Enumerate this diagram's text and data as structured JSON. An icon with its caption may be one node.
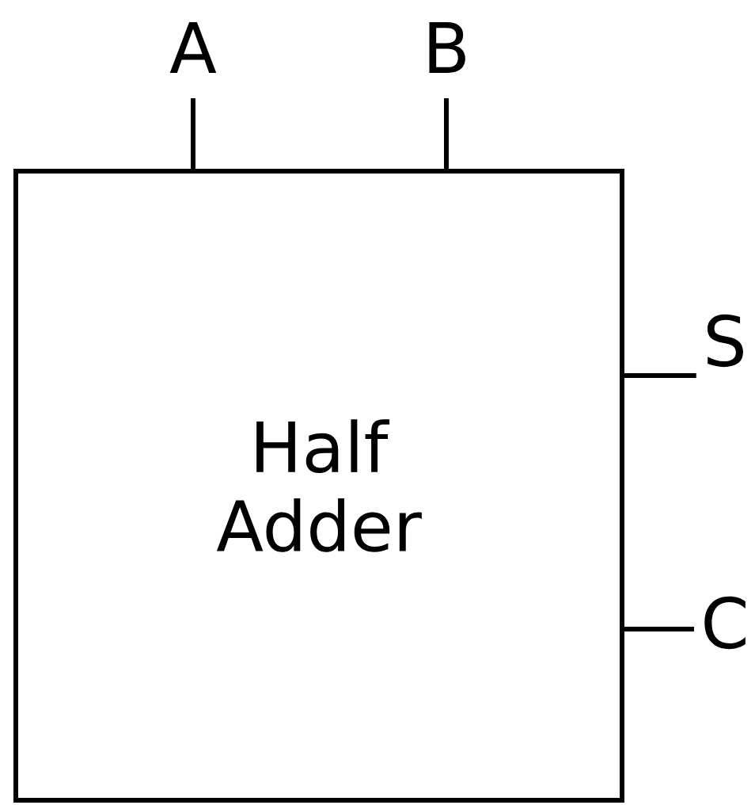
{
  "diagram": {
    "nodes": [
      {
        "text": [
          "Half Adder"
        ]
      },
      {
        "text": [
          "A"
        ]
      },
      {
        "text": [
          "B"
        ]
      },
      {
        "text": [
          "S"
        ]
      },
      {
        "text": [
          "C"
        ]
      }
    ],
    "edges": [
      {
        "from": 1,
        "to": 0,
        "arrow": "none"
      },
      {
        "from": 2,
        "to": 0,
        "arrow": "none"
      },
      {
        "from": 0,
        "to": 3,
        "arrow": "none"
      },
      {
        "from": 0,
        "to": 4,
        "arrow": "none"
      }
    ]
  }
}
